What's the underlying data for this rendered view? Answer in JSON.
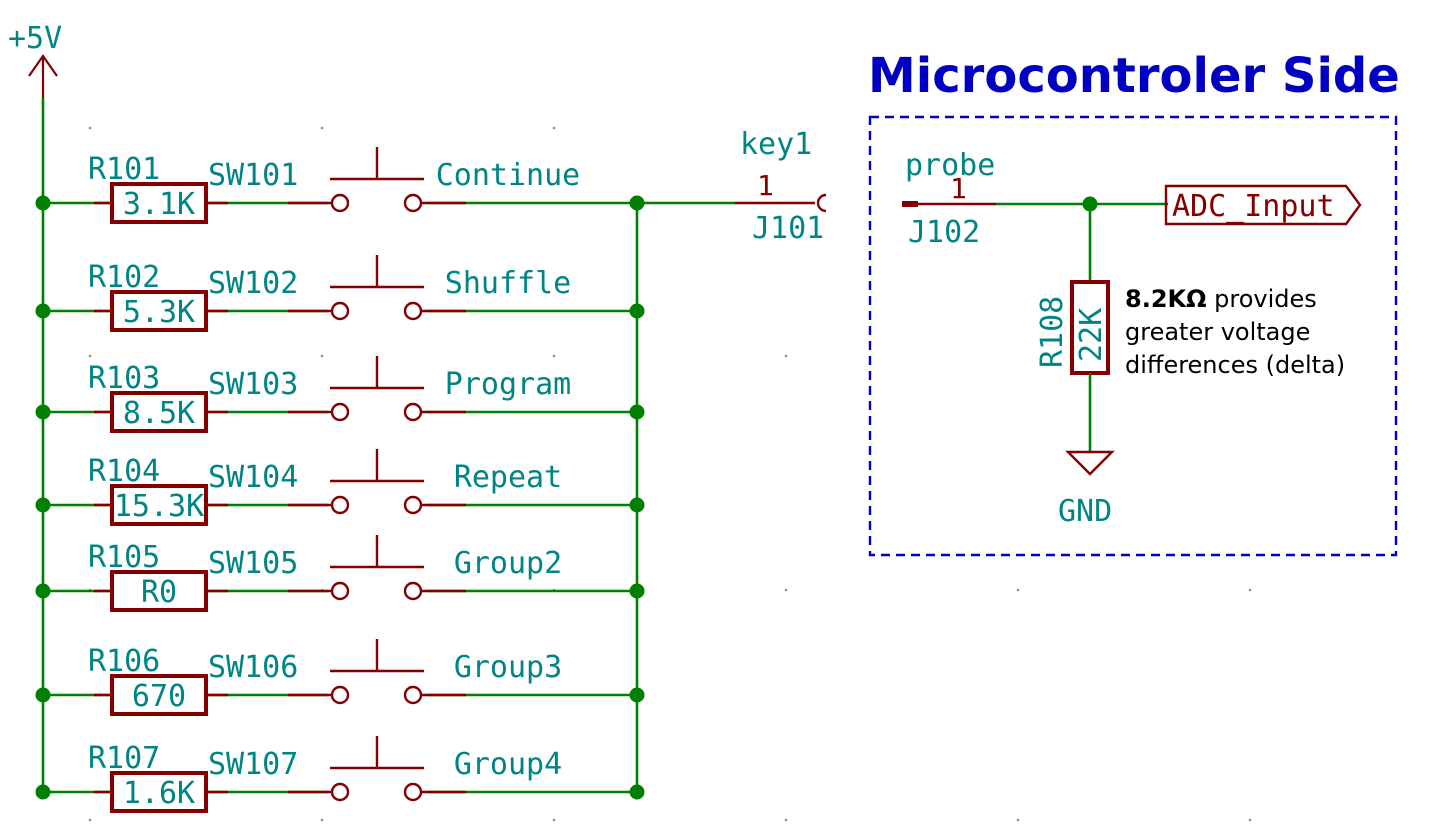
{
  "power": {
    "label": "+5V"
  },
  "title": "Microcontroler Side",
  "branches": [
    {
      "ref": "R101",
      "value": "3.1K",
      "switch": "SW101",
      "net": "Continue"
    },
    {
      "ref": "R102",
      "value": "5.3K",
      "switch": "SW102",
      "net": "Shuffle"
    },
    {
      "ref": "R103",
      "value": "8.5K",
      "switch": "SW103",
      "net": "Program"
    },
    {
      "ref": "R104",
      "value": "15.3K",
      "switch": "SW104",
      "net": "Repeat"
    },
    {
      "ref": "R105",
      "value": "R0",
      "switch": "SW105",
      "net": "Group2"
    },
    {
      "ref": "R106",
      "value": "670",
      "switch": "SW106",
      "net": "Group3"
    },
    {
      "ref": "R107",
      "value": "1.6K",
      "switch": "SW107",
      "net": "Group4"
    }
  ],
  "connector_key": {
    "name": "key1",
    "pin": "1",
    "ref": "J101"
  },
  "connector_probe": {
    "name": "probe",
    "pin": "1",
    "ref": "J102"
  },
  "adc_label": "ADC_Input",
  "pulldown": {
    "ref": "R108",
    "value": "22K"
  },
  "ground": {
    "label": "GND"
  },
  "note": {
    "bold": "8.2KΩ",
    "line1_rest": " provides",
    "line2": "greater voltage",
    "line3": "differences (delta)"
  },
  "colors": {
    "wire": "#008000",
    "component": "#840000",
    "label": "#008484",
    "title": "#0000c2",
    "box": "#0000c2"
  }
}
